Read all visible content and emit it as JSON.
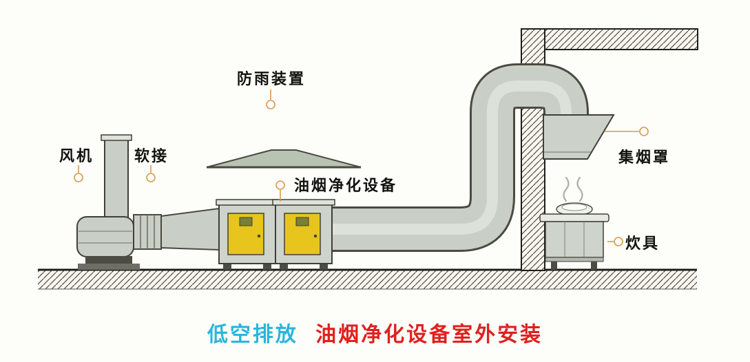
{
  "diagram": {
    "labels": {
      "fan": "风机",
      "flex_joint": "软接",
      "rain_device": "防雨装置",
      "purifier": "油烟净化设备",
      "hood": "集烟罩",
      "stove": "炊具"
    },
    "caption": {
      "highlight": "低空排放",
      "main": "油烟净化设备室外安装",
      "highlight_color": "#2ab5dd",
      "main_color": "#e0201e"
    },
    "colors": {
      "duct": "#c9cfc6",
      "duct_outline": "#4a4a40",
      "equipment_body": "#ced3cb",
      "equipment_door": "#e7c51d",
      "door_window": "#7a7f33",
      "rain_cover": "#b9c3b4",
      "callout": "#d89a50",
      "hatch_line": "#3b3b33"
    }
  }
}
